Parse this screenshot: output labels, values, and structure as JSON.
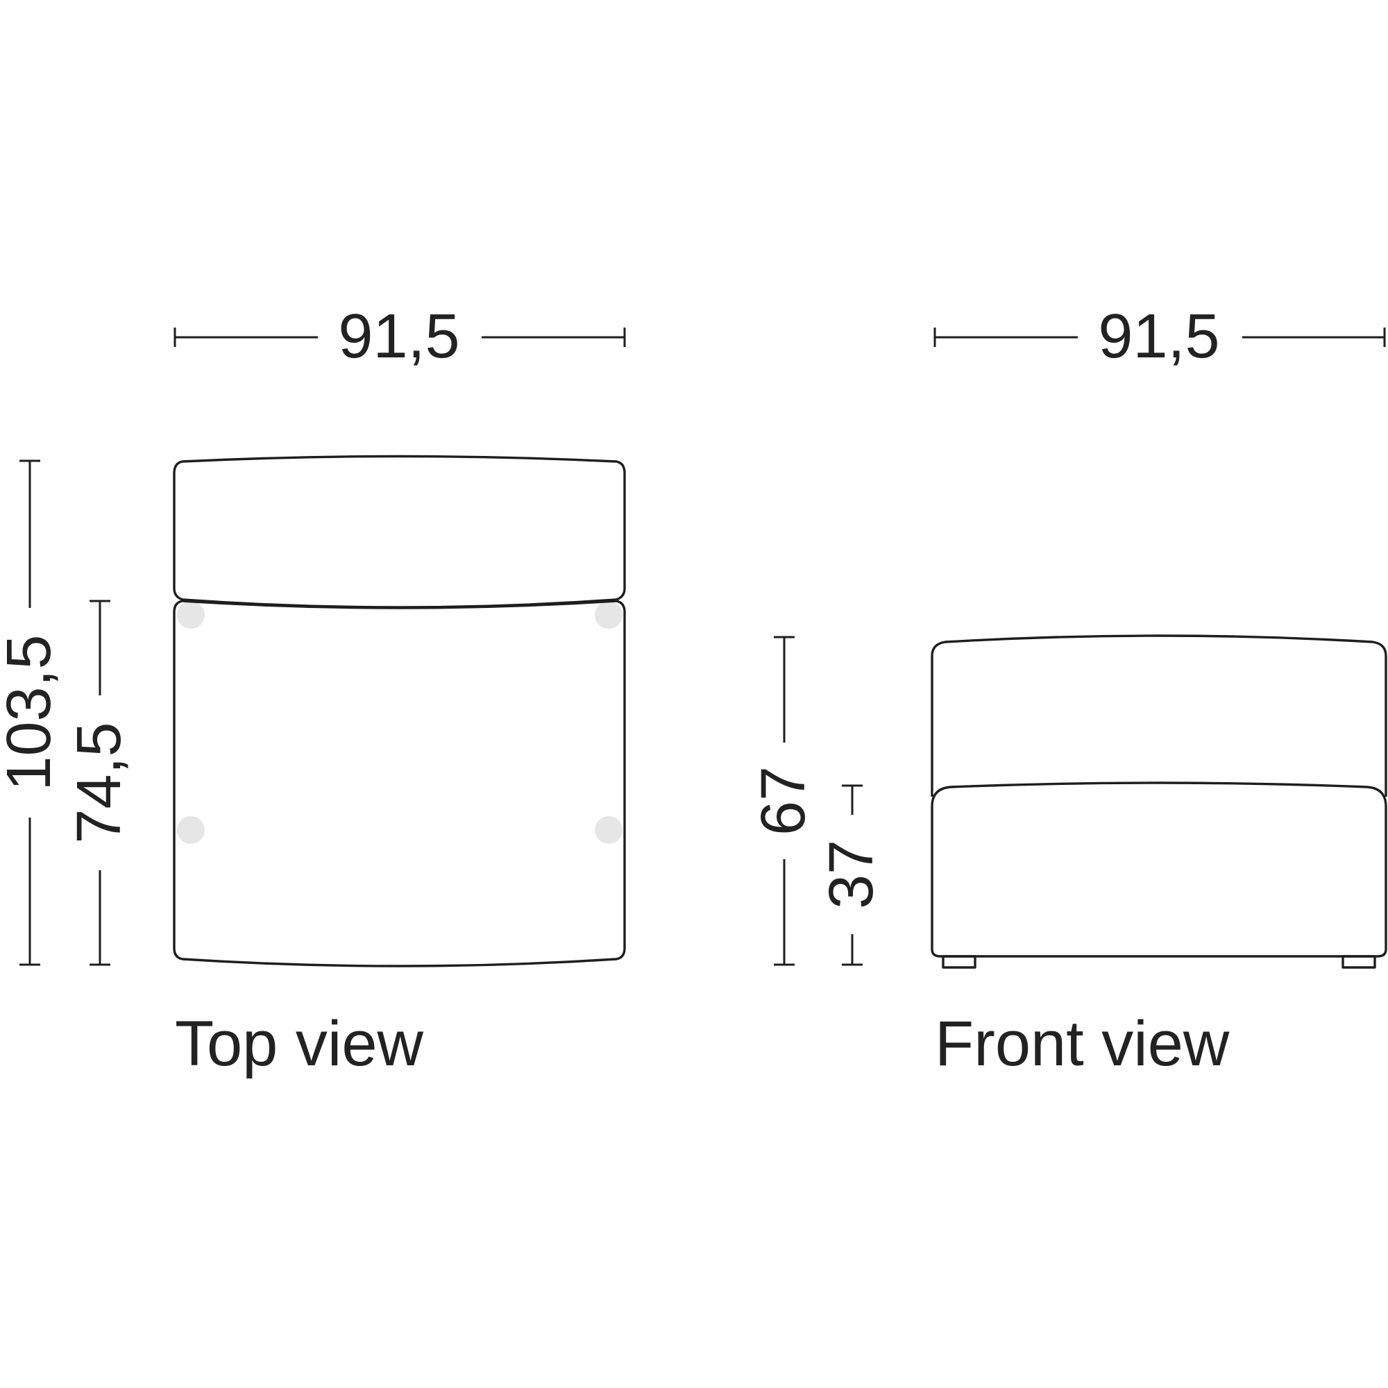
{
  "colors": {
    "line": "#1e1e1e",
    "text": "#222222",
    "marker": "#e6e6e6",
    "background": "#ffffff"
  },
  "top_view": {
    "label": "Top view",
    "width": "91,5",
    "depth_total": "103,5",
    "depth_seat": "74,5"
  },
  "front_view": {
    "label": "Front view",
    "width": "91,5",
    "height_total": "67",
    "height_seat": "37"
  }
}
